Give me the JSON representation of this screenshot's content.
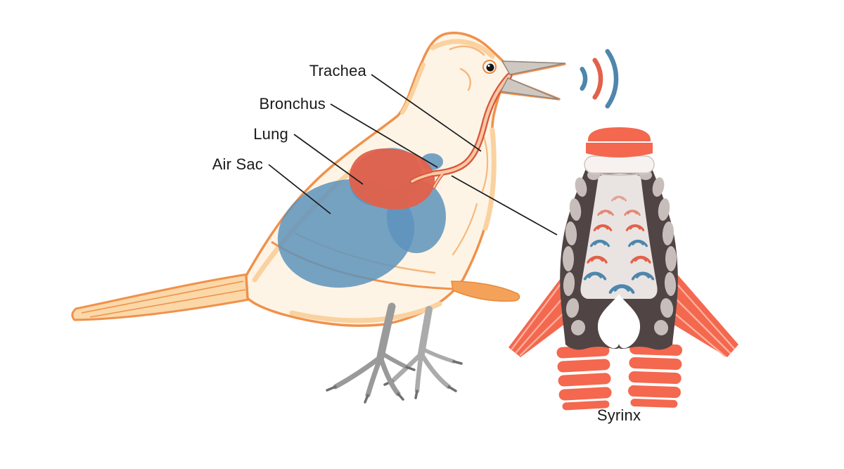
{
  "diagram": {
    "labels": {
      "trachea": "Trachea",
      "bronchus": "Bronchus",
      "lung": "Lung",
      "air_sac": "Air Sac",
      "syrinx": "Syrinx"
    }
  },
  "colors": {
    "background": "#FFFFFF",
    "text": "#1A1A1A",
    "leader": "#1A1A1A",
    "outline": "#F0914B",
    "body_fill": "#FEF4E5",
    "body_shade": "#FAD2A0",
    "feather_line": "#F5B87E",
    "tail_fill": "#FBD8A8",
    "wing_tip": "#F4A259",
    "beak_fill": "#CFC8C0",
    "beak_stroke": "#8D8680",
    "leg_gray": "#9A9A9A",
    "leg_gray_light": "#ABABAB",
    "claw": "#6F6F6F",
    "lung": "#E2614B",
    "air_sac": "#5E93BC",
    "trachea_outer": "#D9543F",
    "trachea_inner": "#F8C9A0",
    "wave_blue": "#4E86AD",
    "wave_salmon": "#E2614B",
    "syrinx_dark": "#514444",
    "syrinx_salmon": "#F3684F",
    "syrinx_stripe": "#FCB09C",
    "cartilage": "#C7BEBB",
    "ring_white": "#F7F2EF",
    "ring_stroke": "#CFC6C1",
    "interior": "#E9E4E1"
  }
}
